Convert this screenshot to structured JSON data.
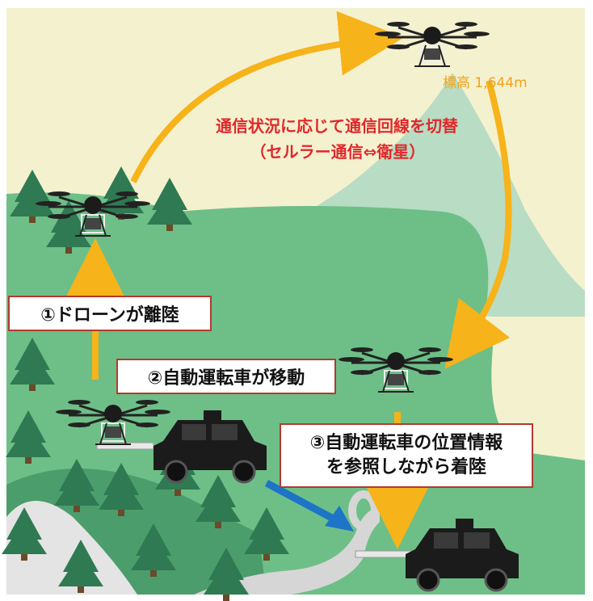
{
  "colors": {
    "background_paper": "#f4f1cf",
    "mountain": "#b8dcc4",
    "forest_land": "#6dbf87",
    "forest_dark": "#4c9d6c",
    "tree": "#2f7a52",
    "flight_path": "#f6b31a",
    "landing_arrow": "#f6b31a",
    "approach_arrow": "#1e74c7",
    "road": "#d6d6d6",
    "text_red": "#e0282b",
    "altitude_text": "#f0a31c",
    "box_border": "#b23a30",
    "vehicle": "#1b1b1b"
  },
  "diagram": {
    "comm_switch_line1": "通信状況に応じて通信回線を切替",
    "comm_switch_line2": "（セルラー通信⇔衛星）",
    "altitude": "標高 1,644m",
    "step1": "①ドローンが離陸",
    "step2": "②自動運転車が移動",
    "step3_line1": "③自動運転車の位置情報",
    "step3_line2": "を参照しながら着陸"
  },
  "icons": [
    "drone-icon",
    "self-driving-car-icon",
    "tree-icon"
  ]
}
